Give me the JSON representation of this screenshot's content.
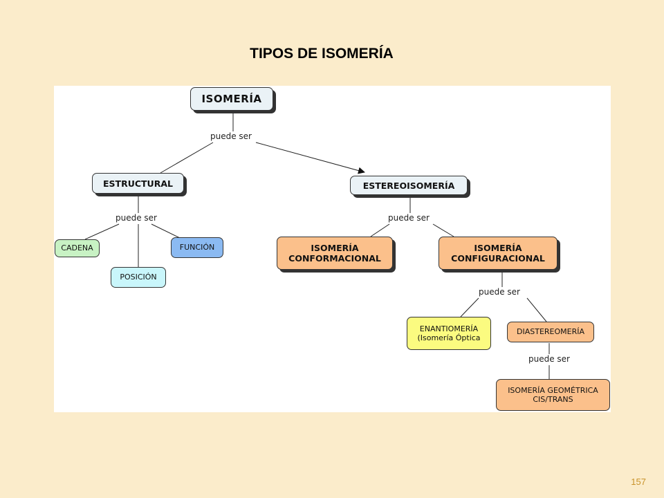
{
  "title": "TIPOS DE ISOMERÍA",
  "page_number": "157",
  "nodes": {
    "isomeria": "ISOMERÍA",
    "estructural": "ESTRUCTURAL",
    "estereoisomeria": "ESTEREOISOMERÍA",
    "cadena": "CADENA",
    "posicion": "POSICIÓN",
    "funcion": "FUNCIÓN",
    "conformacional_l1": "ISOMERÍA",
    "conformacional_l2": "CONFORMACIONAL",
    "configuracional_l1": "ISOMERÍA",
    "configuracional_l2": "CONFIGURACIONAL",
    "enantiomeria_l1": "ENANTIOMERÍA",
    "enantiomeria_l2": "(Isomería Óptica",
    "diastereomeria": "DIASTEREOMERÍA",
    "geometrica_l1": "ISOMERÍA GEOMÉTRICA",
    "geometrica_l2": "CIS/TRANS"
  },
  "links": {
    "l1": "puede ser",
    "l2": "puede ser",
    "l3": "puede ser",
    "l4": "puede ser",
    "l5": "puede ser"
  },
  "colors": {
    "background": "#fbeccb",
    "light_blue_node": "#eaf2f6",
    "green_node": "#c8f2c4",
    "cyan_node": "#c9f6fb",
    "blue_node": "#8bbaf2",
    "orange_node": "#fbc08b",
    "yellow_node": "#fbfb80",
    "page_number": "#c8922a"
  }
}
